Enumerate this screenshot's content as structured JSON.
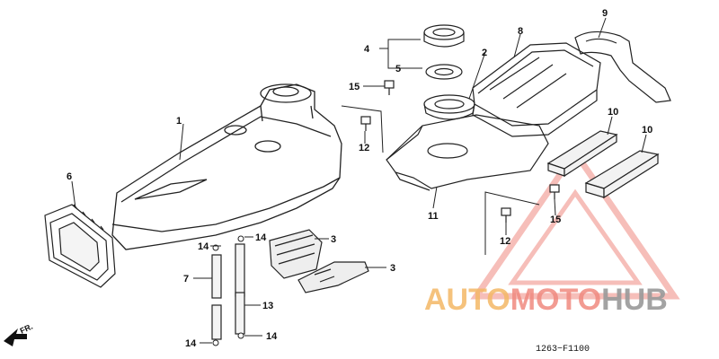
{
  "labels": {
    "l1": "1",
    "l2": "2",
    "l3a": "3",
    "l3b": "3",
    "l4": "4",
    "l5": "5",
    "l6": "6",
    "l7": "7",
    "l8": "8",
    "l9": "9",
    "l10a": "10",
    "l10b": "10",
    "l11": "11",
    "l12a": "12",
    "l12b": "12",
    "l13": "13",
    "l14a": "14",
    "l14b": "14",
    "l14c": "14",
    "l14d": "14",
    "l15a": "15",
    "l15b": "15"
  },
  "direction": "FR.",
  "ref_code": "1263−F1100",
  "watermark": {
    "part1": "AUTO",
    "part2": "MOTO",
    "part3": "HUB"
  },
  "colors": {
    "line": "#222222",
    "watermark_orange": "#f4b866",
    "watermark_red": "#f08a80",
    "watermark_gray": "#9a9a9a"
  }
}
